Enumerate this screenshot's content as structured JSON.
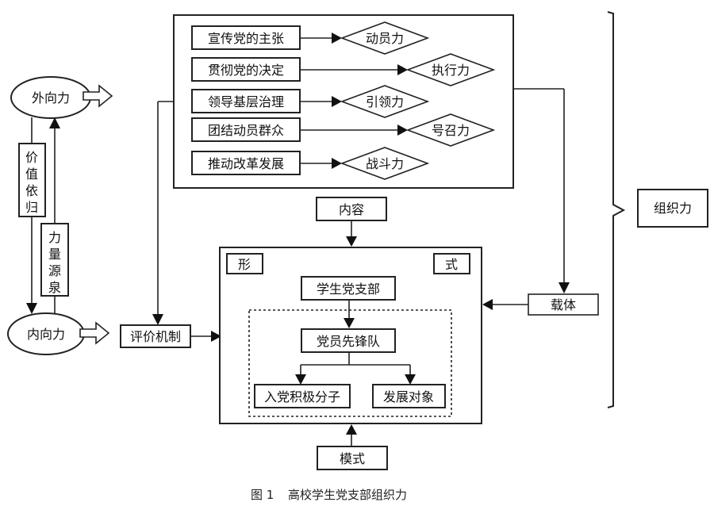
{
  "diagram": {
    "left": {
      "outward_force": "外向力",
      "inward_force": "内向力",
      "value_attribution": [
        "价",
        "值",
        "依",
        "归"
      ],
      "power_source": [
        "力",
        "量",
        "源",
        "泉"
      ],
      "evaluation_mechanism": "评价机制"
    },
    "top_panel": {
      "rows": [
        {
          "action": "宣传党的主张",
          "force": "动员力"
        },
        {
          "action": "贯彻党的决定",
          "force": "执行力"
        },
        {
          "action": "领导基层治理",
          "force": "引领力"
        },
        {
          "action": "团结动员群众",
          "force": "号召力"
        },
        {
          "action": "推动改革发展",
          "force": "战斗力"
        }
      ]
    },
    "center": {
      "content": "内容",
      "form_left": "形",
      "form_right": "式",
      "branch": "学生党支部",
      "vanguard": "党员先锋队",
      "activists": "入党积极分子",
      "candidates": "发展对象",
      "mode": "模式"
    },
    "right": {
      "carrier": "载体",
      "organizational_power": "组织力"
    }
  },
  "caption": {
    "figure_no": "图 1",
    "title": "高校学生党支部组织力"
  }
}
